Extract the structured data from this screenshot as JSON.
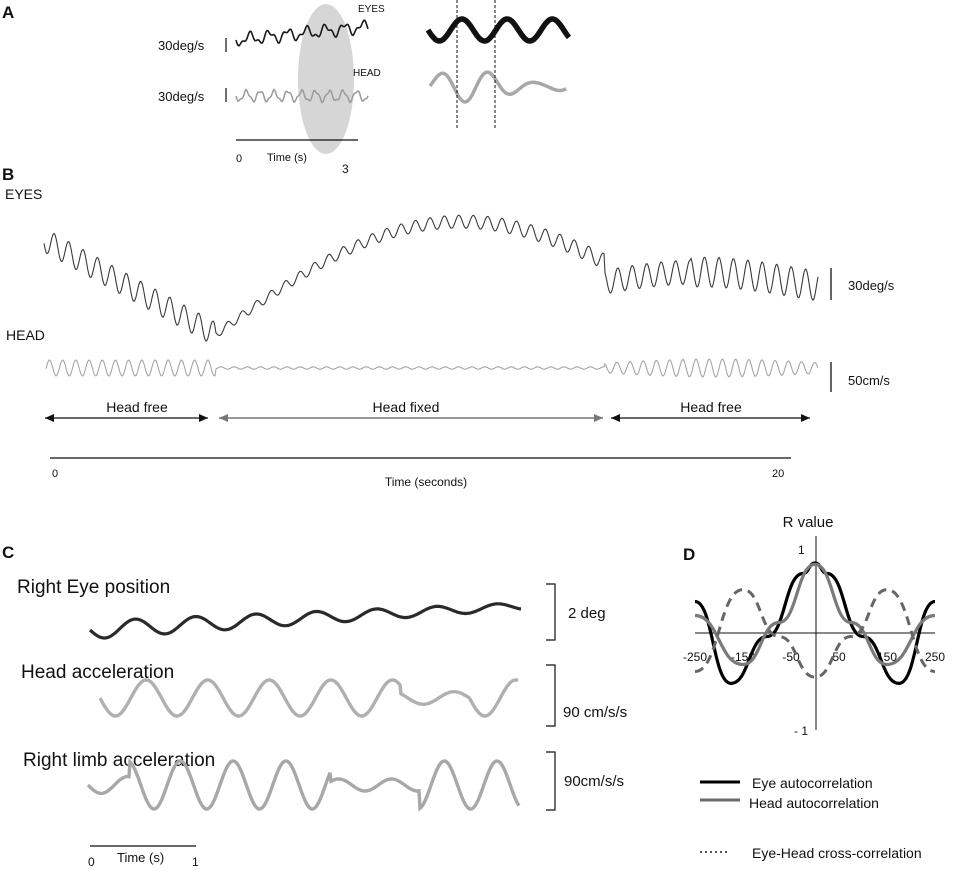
{
  "panels": {
    "a": {
      "letter": "A",
      "eye_label": "EYES",
      "head_label": "HEAD",
      "eye_scale": "30deg/s",
      "head_scale": "30deg/s",
      "time_start": "0",
      "time_label": "Time (s)",
      "time_end": "3"
    },
    "b": {
      "letter": "B",
      "eye_label": "EYES",
      "head_label": "HEAD",
      "eye_scale": "30deg/s",
      "head_scale": "50cm/s",
      "segments": [
        "Head free",
        "Head fixed",
        "Head free"
      ],
      "time_start": "0",
      "time_label": "Time (seconds)",
      "time_end": "20"
    },
    "c": {
      "letter": "C",
      "traces": [
        {
          "label": "Right Eye position",
          "scale": "2 deg"
        },
        {
          "label": "Head acceleration",
          "scale": "90 cm/s/s"
        },
        {
          "label": "Right limb acceleration",
          "scale": "90cm/s/s"
        }
      ],
      "time_start": "0",
      "time_label": "Time (s)",
      "time_end": "1"
    },
    "d": {
      "letter": "D",
      "ylabel": "R value",
      "ytick_top": "1",
      "ytick_bottom": "- 1",
      "legend": [
        {
          "label": "Eye autocorrelation",
          "color": "#000000",
          "style": "solid"
        },
        {
          "label": "Head autocorrelation",
          "color": "#6b6b6b",
          "style": "solid"
        },
        {
          "label": "Eye-Head cross-correlation",
          "color": "#555555",
          "style": "dotted"
        }
      ]
    }
  },
  "chart_data": {
    "type": "line",
    "title": "",
    "xlabel": "",
    "ylabel": "R value",
    "x_ticks": [
      -250,
      -150,
      -50,
      50,
      150,
      250
    ],
    "xlim": [
      -250,
      250
    ],
    "ylim": [
      -1,
      1
    ],
    "series": [
      {
        "name": "Eye autocorrelation",
        "x": [
          -250,
          -175,
          -100,
          -25,
          0,
          25,
          100,
          175,
          250
        ],
        "y": [
          0.45,
          -0.72,
          -0.05,
          0.85,
          1.0,
          0.85,
          -0.05,
          -0.72,
          0.45
        ]
      },
      {
        "name": "Head autocorrelation",
        "x": [
          -250,
          -150,
          -75,
          0,
          75,
          150,
          250
        ],
        "y": [
          0.25,
          -0.45,
          0.15,
          0.98,
          0.15,
          -0.45,
          0.25
        ]
      },
      {
        "name": "Eye-Head cross-correlation",
        "x": [
          -250,
          -150,
          -75,
          0,
          75,
          150,
          250
        ],
        "y": [
          -0.55,
          0.62,
          -0.05,
          -0.63,
          -0.05,
          0.62,
          -0.55
        ]
      }
    ]
  }
}
